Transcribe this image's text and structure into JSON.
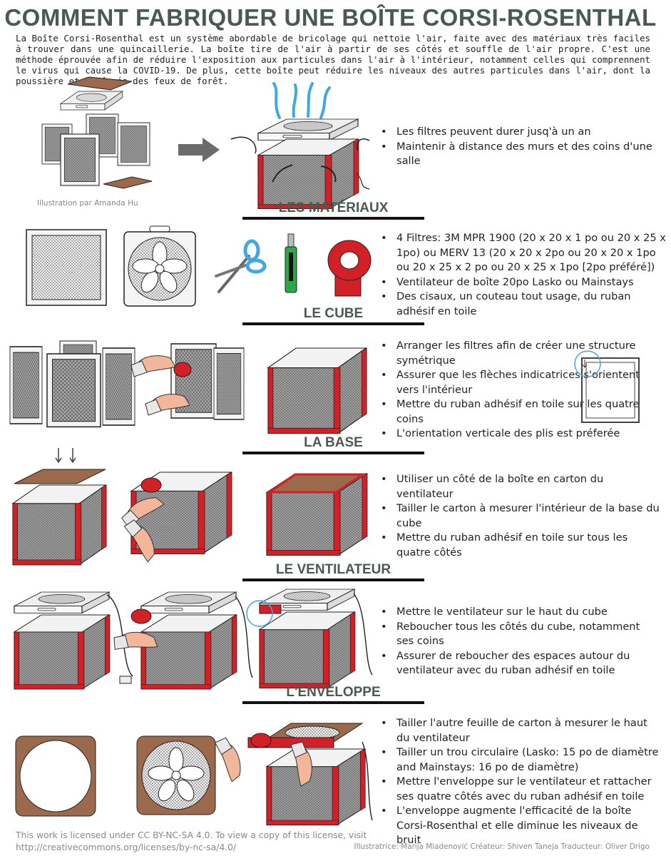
{
  "title": "COMMENT FABRIQUER UNE BOÎTE CORSI-ROSENTHAL",
  "intro": "La Boîte Corsi-Rosenthal est un système abordable de bricolage qui nettoie l'air, faite avec des matériaux très faciles à trouver dans une quincaillerie. La boîte tire de l'air à partir de ses côtés et souffle de l'air propre. C'est une méthode éprouvée afin de réduire l'exposition aux particules dans l'air à l'intérieur, notamment celles qui comprennent le virus qui cause la COVID-19. De plus, cette boîte peut réduire les niveaux des autres particules dans l'air, dont la poussière et la fumée des feux de forêt.",
  "overview": {
    "credit": "Illustration par Amanda Hu",
    "bullets": [
      "Les filtres peuvent durer jusq'à un an",
      "Maintenir à distance des murs et des coins d'une salle"
    ]
  },
  "sections": {
    "materiaux": {
      "heading": "LES MATÉRIAUX",
      "bullets": [
        "4 Filtres: 3M MPR 1900 (20 x 20 x 1 po ou 20 x 25 x 1po) ou MERV 13 (20 x 20 x 2po ou 20 x 20 x 1po ou 20 x 25 x 2 po ou 20 x 25 x 1po [2po préféré])",
        "Ventilateur de boîte 20po Lasko ou Mainstays",
        "Des cisaux, un couteau tout usage, du ruban adhésif en toile"
      ]
    },
    "cube": {
      "heading": "LE CUBE",
      "bullets": [
        "Arranger les filtres afin de créer une structure symétrique",
        "Assurer que les flèches indicatrices s'orientent vers l'intérieur",
        "Mettre du ruban adhésif en toile sur les quatre coins",
        "L'orientation verticale des plis est préferée"
      ]
    },
    "base": {
      "heading": "LA BASE",
      "bullets": [
        "Utiliser un côté de la boîte en carton du ventilateur",
        "Tailler le carton à mesurer l'intérieur de la base du cube",
        "Mettre du ruban adhésif en toile sur tous les quatre côtés"
      ]
    },
    "ventilateur": {
      "heading": "LE VENTILATEUR",
      "bullets": [
        "Mettre le ventilateur sur le haut du cube",
        "Reboucher tous les côtés du cube, notamment ses coins",
        "Assurer de reboucher des espaces autour du ventilateur avec du ruban adhésif en toile"
      ]
    },
    "enveloppe": {
      "heading": "L'ENVELOPPE",
      "bullets": [
        "Tailler l'autre feuille de carton à mesurer le haut du ventilateur",
        "Tailler un trou circulaire (Lasko: 15 po de diamètre and Mainstays: 16 po de diamètre)",
        "Mettre l'enveloppe sur le ventilateur et rattacher ses quatre côtés avec du ruban adhésif en toile",
        "L'enveloppe augmente l'efficacité de la boîte Corsi-Rosenthal et elle diminue les niveaux de bruit"
      ]
    }
  },
  "footer": {
    "license": "This work is licensed under CC BY-NC-SA 4.0. To view a copy of this license, visit http://creativecommons.org/licenses/by-nc-sa/4.0/",
    "authors": "Illustratrice: Marija Mladenović  Créateur: Shiven Taneja  Traducteur: Oliver Drigo"
  },
  "colors": {
    "heading": "#4a5a52",
    "tape_red": "#d32026",
    "cardboard": "#9b6a4c",
    "filter_mesh": "#555555",
    "airflow_blue": "#3fa9e0"
  }
}
